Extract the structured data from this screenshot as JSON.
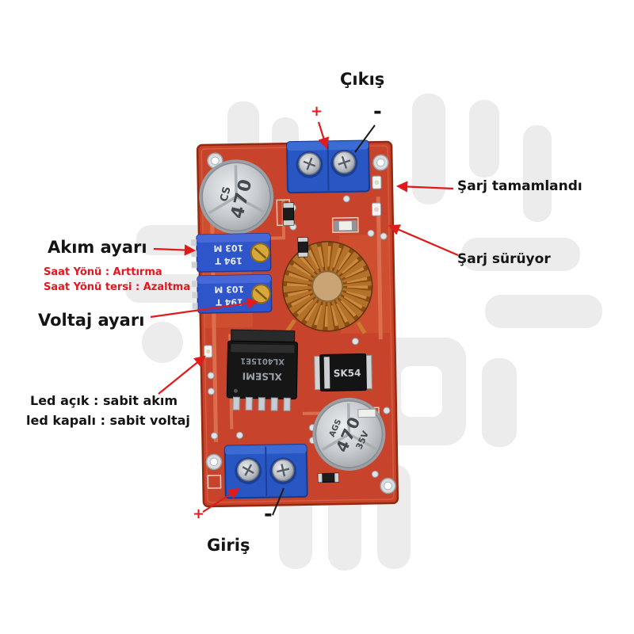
{
  "colors": {
    "board": "#c8432b",
    "terminal_blue": "#2857c4",
    "trimpot_blue": "#2f55cb",
    "arrow_red": "#e01b1b",
    "text_red": "#e0181f",
    "text_black": "#141414",
    "watermark_gray": "#ececec",
    "copper": "#b4712a"
  },
  "annotations": {
    "output_label": "Çıkış",
    "output_plus": "+",
    "output_minus": "-",
    "charge_complete": "Şarj tamamlandı",
    "charging": "Şarj sürüyor",
    "current_adjust": "Akım ayarı",
    "clockwise_note": "Saat Yönü : Arttırma",
    "counterclockwise_note": "Saat Yönü tersi : Azaltma",
    "voltage_adjust": "Voltaj ayarı",
    "led_on_note": "Led açık : sabit akım",
    "led_off_note": "led kapalı : sabit voltaj",
    "input_label": "Giriş",
    "input_plus": "+",
    "input_minus": "-"
  },
  "board_silkscreen": {
    "cap_top_brand": "CS",
    "cap_top_value": "470",
    "cap_bottom_brand": "AGS",
    "cap_bottom_value": "470",
    "cap_bottom_voltage": "35V",
    "trimpot1_line1": "194 T",
    "trimpot1_line2": "103 M",
    "trimpot2_line1": "194 T",
    "trimpot2_line2": "103 M",
    "ic_brand": "XLSEMI",
    "ic_part": "XL4015E1",
    "diode_part": "SK54"
  }
}
